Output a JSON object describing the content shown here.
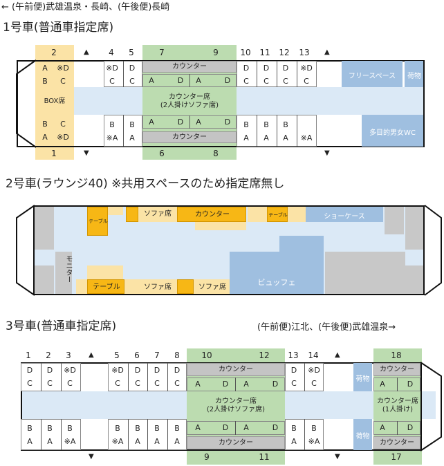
{
  "header_route": "← (午前便)武雄温泉・長崎、(午後便)長崎",
  "footer_route": "(午前便)江北、(午後便)武雄温泉→",
  "car1": {
    "title": "1号車(普通車指定席)",
    "top_numbers": [
      "2",
      "4",
      "5",
      "7",
      "9",
      "10",
      "11",
      "12",
      "13"
    ],
    "bottom_numbers": [
      "1",
      "6",
      "8"
    ],
    "counter": "カウンター",
    "counter_seat": "カウンター席",
    "counter_seat_sub": "(2人掛けソファ席)",
    "box_seat": "BOX席",
    "free_space": "フリースペース",
    "luggage": "荷物",
    "wc": "多目的男女WC",
    "seat_A": "A",
    "seat_B": "B",
    "seat_C": "C",
    "seat_D": "D",
    "seat_xA": "※A",
    "seat_xD": "※D"
  },
  "car2": {
    "title": "2号車(ラウンジ40) ※共用スペースのため指定席無し",
    "table": "テーブル",
    "sofa": "ソファ席",
    "counter": "カウンター",
    "showcase": "ショーケース",
    "monitor": "モニター",
    "buffet": "ビュッフェ"
  },
  "car3": {
    "title": "3号車(普通車指定席)",
    "top_numbers": [
      "1",
      "2",
      "3",
      "5",
      "6",
      "7",
      "8",
      "10",
      "12",
      "13",
      "14",
      "18"
    ],
    "bottom_numbers": [
      "9",
      "11",
      "17"
    ],
    "counter": "カウンター",
    "counter_seat2": "カウンター席",
    "counter_seat2_sub": "(2人掛けソファ席)",
    "counter_seat1": "カウンター席",
    "counter_seat1_sub": "(1人掛け)",
    "luggage": "荷物",
    "seat_A": "A",
    "seat_B": "B",
    "seat_C": "C",
    "seat_D": "D",
    "seat_xA": "※A",
    "seat_xD": "※D"
  },
  "arrows": {
    "up": "▲",
    "down": "▼"
  },
  "colors": {
    "green": "#bcdcb0",
    "yellow": "#fbe3a6",
    "orange": "#f7b715",
    "blue": "#9fbfe0",
    "gray": "#c8c8c8",
    "aisle": "#dbe9f6"
  }
}
